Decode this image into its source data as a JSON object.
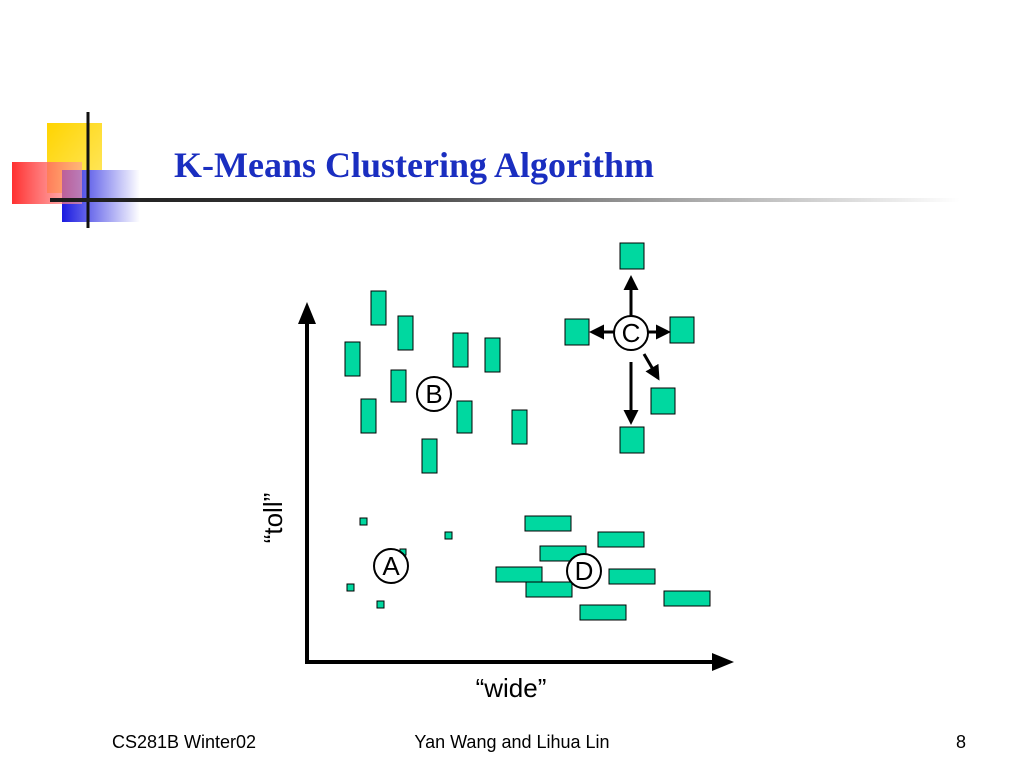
{
  "slide": {
    "title": "K-Means Clustering Algorithm",
    "colors": {
      "title": "#1a2ec0",
      "box_fill": "#00d8a0",
      "logo_yellow": "#ffd400",
      "logo_red": "#ff3030",
      "logo_blue": "#1a1ae0"
    }
  },
  "figure": {
    "x_axis_label": "“wide”",
    "y_axis_label": "“toll”",
    "clusters": [
      {
        "label": "A"
      },
      {
        "label": "B"
      },
      {
        "label": "C"
      },
      {
        "label": "D"
      }
    ]
  },
  "footer": {
    "course": "CS281B Winter02",
    "authors": "Yan Wang and Lihua Lin",
    "page_number": "8"
  }
}
